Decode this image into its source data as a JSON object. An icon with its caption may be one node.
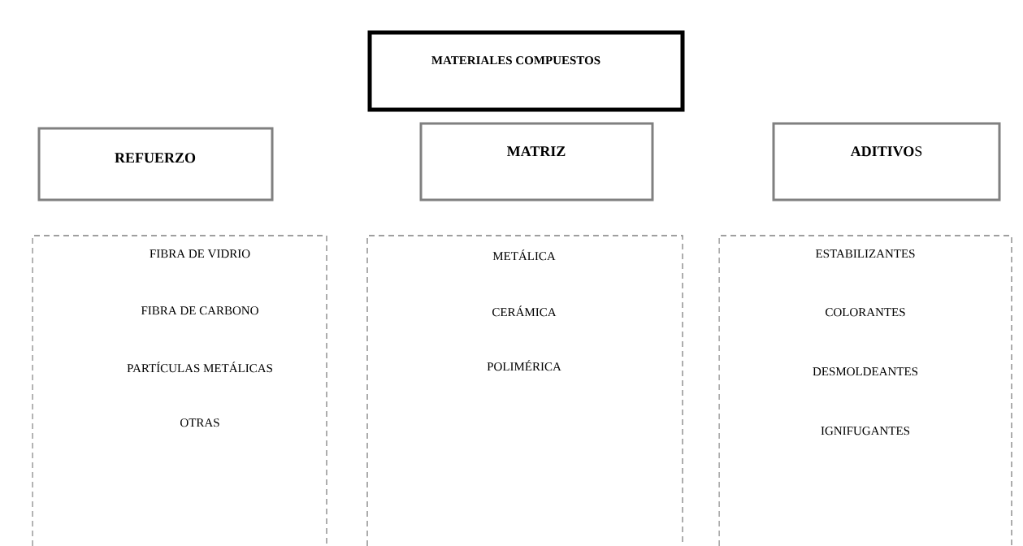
{
  "diagram": {
    "nodes": [
      {
        "text": [
          "MATERIALES COMPUESTOS"
        ]
      },
      {
        "text": [
          "REFUERZO"
        ]
      },
      {
        "text": [
          "MATRIZ"
        ]
      },
      {
        "text": [
          "**ADITIVO**S"
        ]
      },
      {
        "text": [
          "FIBRA DE VIDRIO",
          "FIBRA DE CARBONO",
          "PARTÍCULAS METÁLICAS",
          "OTRAS"
        ]
      },
      {
        "text": [
          "METÁLICA",
          "CERÁMICA",
          "POLIMÉRICA"
        ]
      },
      {
        "text": [
          "ESTABILIZANTES",
          "COLORANTES",
          "DESMOLDEANTES",
          "IGNIFUGANTES"
        ]
      }
    ]
  }
}
